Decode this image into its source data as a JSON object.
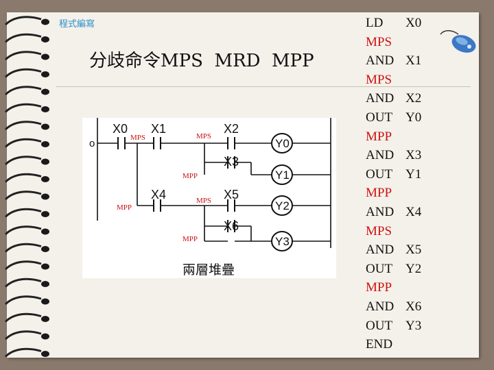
{
  "header": {
    "label": "程式編寫"
  },
  "title": "分歧命令MPS  MRD  MPP",
  "diagram": {
    "left_rail_label": "o",
    "contacts": [
      "X0",
      "X1",
      "X2",
      "X3",
      "X4",
      "X5",
      "X6"
    ],
    "coils": [
      "Y0",
      "Y1",
      "Y2",
      "Y3"
    ],
    "stack_labels": [
      "MPS",
      "MPS",
      "MPP",
      "MPP",
      "MPS",
      "MPP"
    ],
    "caption": "兩層堆疊"
  },
  "code_lines": [
    {
      "op": "LD",
      "arg": "X0",
      "color": "#111111"
    },
    {
      "op": "MPS",
      "arg": "",
      "color": "#cc1111"
    },
    {
      "op": "AND",
      "arg": "X1",
      "color": "#111111"
    },
    {
      "op": "MPS",
      "arg": "",
      "color": "#cc1111"
    },
    {
      "op": "AND",
      "arg": "X2",
      "color": "#111111"
    },
    {
      "op": "OUT",
      "arg": "Y0",
      "color": "#111111"
    },
    {
      "op": "MPP",
      "arg": "",
      "color": "#cc1111"
    },
    {
      "op": "AND",
      "arg": "X3",
      "color": "#111111"
    },
    {
      "op": "OUT",
      "arg": "Y1",
      "color": "#111111"
    },
    {
      "op": "MPP",
      "arg": "",
      "color": "#cc1111"
    },
    {
      "op": "AND",
      "arg": "X4",
      "color": "#111111"
    },
    {
      "op": "MPS",
      "arg": "",
      "color": "#cc1111"
    },
    {
      "op": "AND",
      "arg": "X5",
      "color": "#111111"
    },
    {
      "op": "OUT",
      "arg": "Y2",
      "color": "#111111"
    },
    {
      "op": "MPP",
      "arg": "",
      "color": "#cc1111"
    },
    {
      "op": "AND",
      "arg": "X6",
      "color": "#111111"
    },
    {
      "op": "OUT",
      "arg": "Y3",
      "color": "#111111"
    },
    {
      "op": "END",
      "arg": "",
      "color": "#111111"
    }
  ],
  "colors": {
    "accent": "#2a8fc9",
    "stack_label": "#cc1111",
    "background": "#8a7a6e",
    "page": "#f4f1ea"
  },
  "decoration": {
    "mouse_icon": "computer-mouse-icon"
  }
}
